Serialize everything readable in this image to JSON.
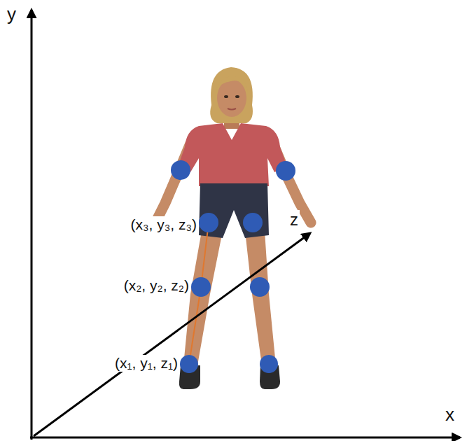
{
  "diagram": {
    "labels": [
      "y",
      "x",
      "z",
      "(x₃, y₃, z₃)",
      "(x₂, y₂, z₂)",
      "(x₁, y₁, z₁)"
    ]
  }
}
